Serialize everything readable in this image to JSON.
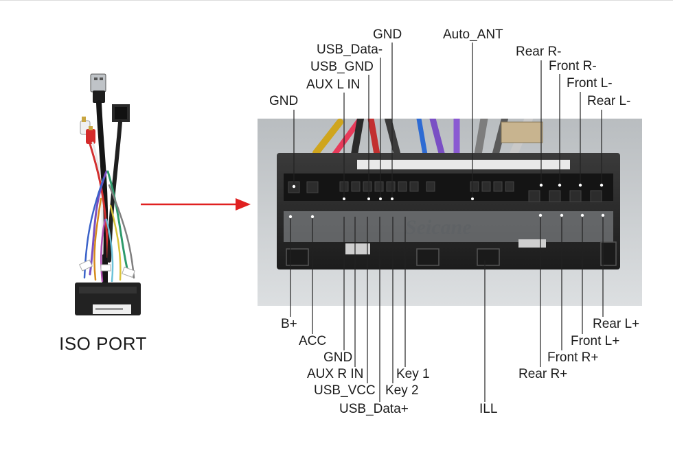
{
  "port_label": "ISO PORT",
  "watermark": "Seicane",
  "colors": {
    "arrow": "#e02020",
    "connector_body": "#2a2a2a",
    "leader_line": "#222222"
  },
  "top_pins": {
    "gnd_left": "GND",
    "aux_l_in": "AUX L IN",
    "usb_gnd": "USB_GND",
    "usb_data_minus": "USB_Data-",
    "gnd_top": "GND",
    "auto_ant": "Auto_ANT",
    "rear_r_minus": "Rear R-",
    "front_r_minus": "Front R-",
    "front_l_minus": "Front L-",
    "rear_l_minus": "Rear L-"
  },
  "bottom_pins": {
    "b_plus": "B+",
    "acc": "ACC",
    "gnd": "GND",
    "aux_r_in": "AUX R IN",
    "usb_vcc": "USB_VCC",
    "usb_data_plus": "USB_Data+",
    "key_2": "Key 2",
    "key_1": "Key 1",
    "ill": "ILL",
    "rear_r_plus": "Rear R+",
    "front_r_plus": "Front R+",
    "front_l_plus": "Front L+",
    "rear_l_plus": "Rear L+"
  }
}
